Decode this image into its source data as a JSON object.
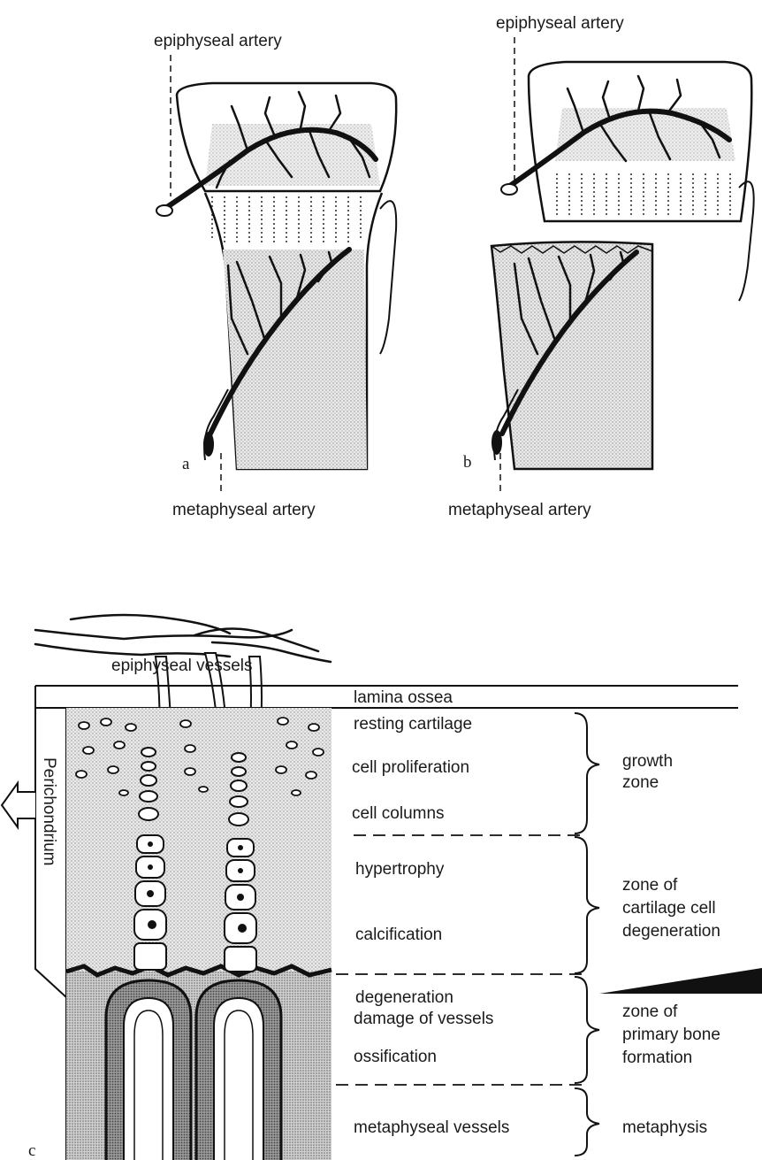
{
  "panels": {
    "a": {
      "letter": "a",
      "top_label": "epiphyseal artery",
      "bottom_label": "metaphyseal artery"
    },
    "b": {
      "letter": "b",
      "top_label": "epiphyseal artery",
      "bottom_label": "metaphyseal artery"
    },
    "c": {
      "letter": "c",
      "vessels_label": "epiphyseal vessels",
      "perichondrium_label": "Perichondrium",
      "lamina_label": "lamina ossea",
      "layers": [
        "resting cartilage",
        "cell proliferation",
        "cell columns",
        "hypertrophy",
        "calcification",
        "degeneration",
        "damage of vessels",
        "ossification",
        "metaphyseal vessels"
      ],
      "zones": [
        {
          "lines": [
            "growth",
            "zone"
          ]
        },
        {
          "lines": [
            "zone of",
            "cartilage cell",
            "degeneration"
          ]
        },
        {
          "lines": [
            "zone of",
            "primary bone",
            "formation"
          ]
        },
        {
          "lines": [
            "metaphysis"
          ]
        }
      ]
    }
  }
}
